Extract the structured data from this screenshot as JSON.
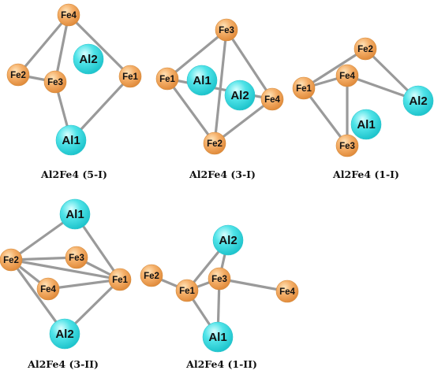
{
  "colors": {
    "fe": "#f2a55a",
    "fe_highlight": "#ffe3b8",
    "al": "#37dbe0",
    "al_highlight": "#d9ffff",
    "bond": "#9a9a9a"
  },
  "clusters": [
    {
      "caption_main": "Al2Fe4 (5-I)",
      "atoms": [
        {
          "label": "Fe4",
          "element": "Fe"
        },
        {
          "label": "Al2",
          "element": "Al"
        },
        {
          "label": "Fe2",
          "element": "Fe"
        },
        {
          "label": "Fe3",
          "element": "Fe"
        },
        {
          "label": "Fe1",
          "element": "Fe"
        },
        {
          "label": "Al1",
          "element": "Al"
        }
      ]
    },
    {
      "caption_main": "Al2Fe4 (3-I)",
      "atoms": [
        {
          "label": "Fe3",
          "element": "Fe"
        },
        {
          "label": "Fe1",
          "element": "Fe"
        },
        {
          "label": "Al1",
          "element": "Al"
        },
        {
          "label": "Al2",
          "element": "Al"
        },
        {
          "label": "Fe4",
          "element": "Fe"
        },
        {
          "label": "Fe2",
          "element": "Fe"
        }
      ]
    },
    {
      "caption_main": "Al2Fe4 (1-I)",
      "atoms": [
        {
          "label": "Fe2",
          "element": "Fe"
        },
        {
          "label": "Fe4",
          "element": "Fe"
        },
        {
          "label": "Fe1",
          "element": "Fe"
        },
        {
          "label": "Al2",
          "element": "Al"
        },
        {
          "label": "Al1",
          "element": "Al"
        },
        {
          "label": "Fe3",
          "element": "Fe"
        }
      ]
    },
    {
      "caption_main": "Al2Fe4 (3-II)",
      "atoms": [
        {
          "label": "Al1",
          "element": "Al"
        },
        {
          "label": "Fe2",
          "element": "Fe"
        },
        {
          "label": "Fe3",
          "element": "Fe"
        },
        {
          "label": "Fe4",
          "element": "Fe"
        },
        {
          "label": "Fe1",
          "element": "Fe"
        },
        {
          "label": "Al2",
          "element": "Al"
        }
      ]
    },
    {
      "caption_main": "Al2Fe4 (1-II)",
      "atoms": [
        {
          "label": "Al2",
          "element": "Al"
        },
        {
          "label": "Fe2",
          "element": "Fe"
        },
        {
          "label": "Fe1",
          "element": "Fe"
        },
        {
          "label": "Fe3",
          "element": "Fe"
        },
        {
          "label": "Fe4",
          "element": "Fe"
        },
        {
          "label": "Al1",
          "element": "Al"
        }
      ]
    }
  ]
}
